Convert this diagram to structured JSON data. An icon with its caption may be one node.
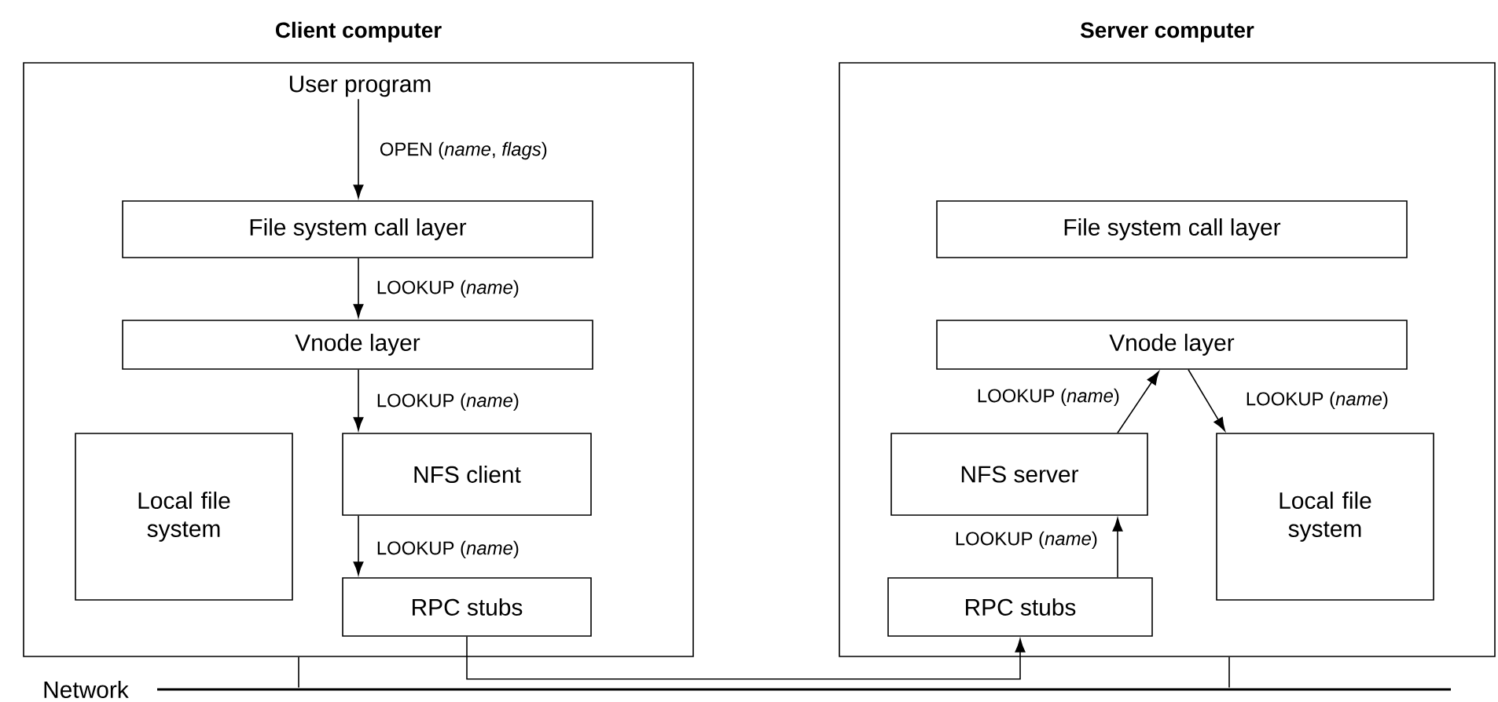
{
  "diagram": {
    "nodes": [
      {
        "text": [
          "Client computer"
        ]
      },
      {
        "text": [
          "User program"
        ],
        "in": 0
      },
      {
        "text": [
          "File system call layer"
        ],
        "in": 0
      },
      {
        "text": [
          "Vnode layer"
        ],
        "in": 0
      },
      {
        "text": [
          "Local file system"
        ],
        "in": 0
      },
      {
        "text": [
          "NFS client"
        ],
        "in": 0
      },
      {
        "text": [
          "RPC stubs"
        ],
        "in": 0
      },
      {
        "text": [
          "Server computer"
        ]
      },
      {
        "text": [
          "File system call layer"
        ],
        "in": 7
      },
      {
        "text": [
          "Vnode layer"
        ],
        "in": 7
      },
      {
        "text": [
          "NFS server"
        ],
        "in": 7
      },
      {
        "text": [
          "Local file system"
        ],
        "in": 7
      },
      {
        "text": [
          "RPC stubs"
        ],
        "in": 7
      },
      {
        "text": [
          "Network"
        ]
      }
    ],
    "edges": [
      {
        "from": 1,
        "to": 2,
        "arrow": "to",
        "label": "OPEN (*name*, *flags*)"
      },
      {
        "from": 2,
        "to": 3,
        "arrow": "to",
        "label": "LOOKUP (*name*)"
      },
      {
        "from": 3,
        "to": 5,
        "arrow": "to",
        "label": "LOOKUP (*name*)"
      },
      {
        "from": 5,
        "to": 6,
        "arrow": "to",
        "label": "LOOKUP (*name*)"
      },
      {
        "from": 6,
        "to": 12,
        "arrow": "to"
      },
      {
        "from": 12,
        "to": 10,
        "arrow": "to",
        "label": "LOOKUP (*name*)"
      },
      {
        "from": 10,
        "to": 9,
        "arrow": "to",
        "label": "LOOKUP (*name*)"
      },
      {
        "from": 9,
        "to": 11,
        "arrow": "to",
        "label": "LOOKUP (*name*)"
      },
      {
        "from": 0,
        "to": 13,
        "arrow": "none"
      },
      {
        "from": 7,
        "to": 13,
        "arrow": "none"
      }
    ]
  }
}
